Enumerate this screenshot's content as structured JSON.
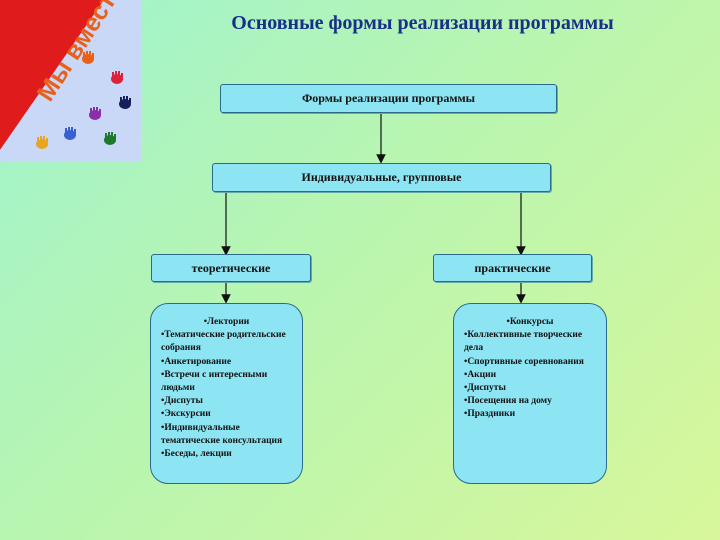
{
  "logo": {
    "text": "Мы вместе",
    "icons": [
      "hand-icon",
      "hand-icon",
      "hand-icon",
      "hand-icon",
      "hand-icon",
      "hand-icon",
      "hand-icon"
    ]
  },
  "title": "Основные формы реализации программы",
  "nodes": {
    "root": "Формы реализации программы",
    "level2": "Индивидуальные, групповые",
    "left": "теоретические",
    "right": "практические"
  },
  "left_panel": {
    "items": [
      "•Лектории",
      "•Тематические родительские собрания",
      "•Анкетирование",
      "•Встречи с интересными людьми",
      "•Диспуты",
      "•Экскурсии",
      "•Индивидуальные тематические консультация",
      "•Беседы, лекции"
    ]
  },
  "right_panel": {
    "items": [
      "•Конкурсы",
      "•Коллективные творческие дела",
      "•Спортивные соревнования",
      "•Акции",
      "•Диспуты",
      "•Посещения на дому",
      "•Праздники"
    ]
  }
}
